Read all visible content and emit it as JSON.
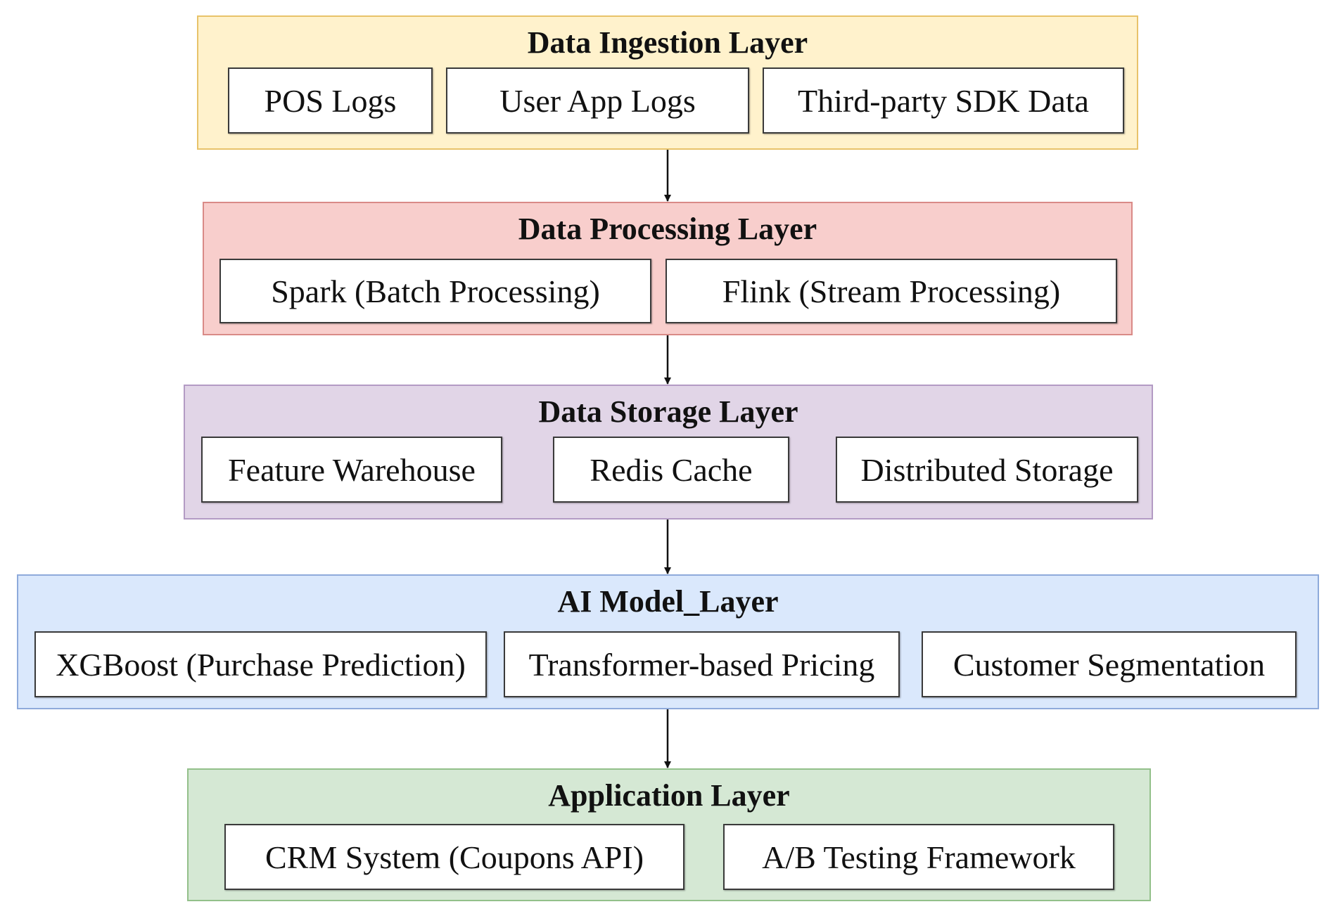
{
  "layers": [
    {
      "title": "Data Ingestion Layer",
      "fill": "#fff2cc",
      "border": "#e8c36a",
      "components": [
        "POS Logs",
        "User App Logs",
        "Third-party SDK Data"
      ]
    },
    {
      "title": "Data Processing Layer",
      "fill": "#f8cecc",
      "border": "#d98a87",
      "components": [
        "Spark (Batch Processing)",
        "Flink (Stream Processing)"
      ]
    },
    {
      "title": "Data Storage Layer",
      "fill": "#e1d5e7",
      "border": "#b39bc4",
      "components": [
        "Feature Warehouse",
        "Redis Cache",
        "Distributed Storage"
      ]
    },
    {
      "title": "AI Model_Layer",
      "fill": "#dae8fc",
      "border": "#8eaadb",
      "components": [
        "XGBoost (Purchase Prediction)",
        "Transformer-based Pricing",
        "Customer Segmentation"
      ]
    },
    {
      "title": "Application Layer",
      "fill": "#d5e8d4",
      "border": "#93c08a",
      "components": [
        "CRM System (Coupons API)",
        "A/B Testing Framework"
      ]
    }
  ]
}
